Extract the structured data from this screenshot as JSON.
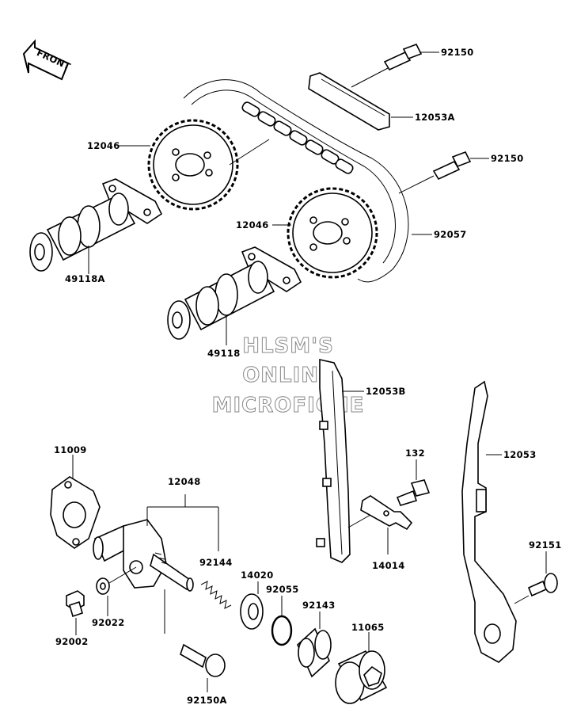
{
  "front_badge": "FRONT",
  "watermark": [
    "HLSM'S",
    "ONLINE",
    "MICROFICHE"
  ],
  "labels": {
    "p92150_top": "92150",
    "p12053A": "12053A",
    "p12046_top": "12046",
    "p92150_mid": "92150",
    "p12046_mid": "12046",
    "p92057": "92057",
    "p49118A": "49118A",
    "p49118": "49118",
    "p12053B": "12053B",
    "p132": "132",
    "p12053": "12053",
    "p11009": "11009",
    "p12048": "12048",
    "p92144": "92144",
    "p14020": "14020",
    "p92055": "92055",
    "p14014": "14014",
    "p92151": "92151",
    "p92143": "92143",
    "p11065": "11065",
    "p92022": "92022",
    "p92002": "92002",
    "p92150A": "92150A"
  }
}
